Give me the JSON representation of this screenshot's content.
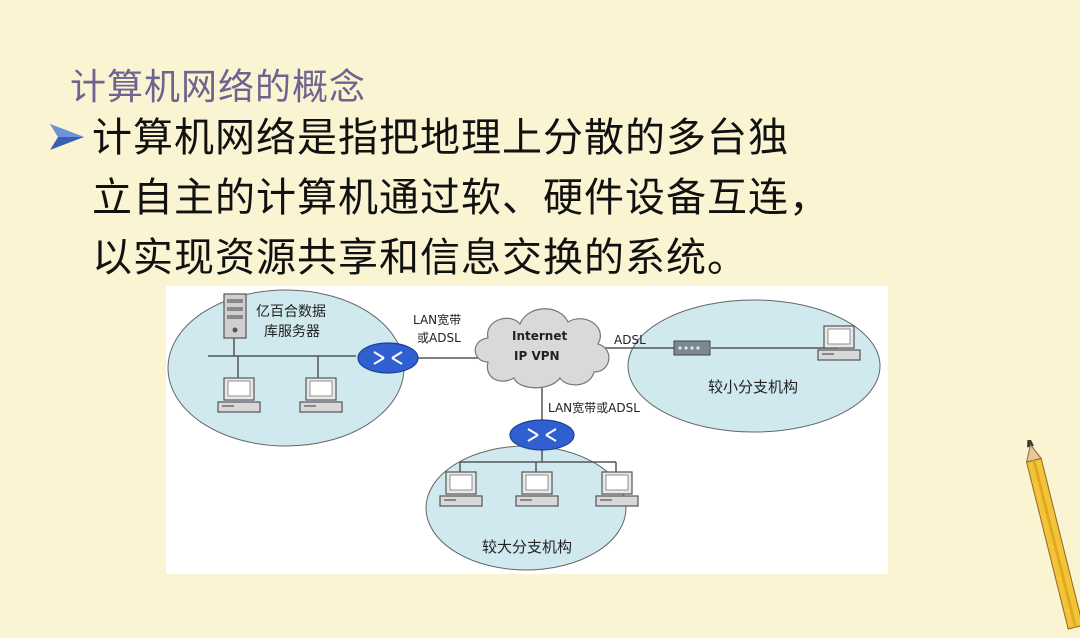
{
  "slide": {
    "title": "计算机网络的概念",
    "bullet_lines": [
      "计算机网络是指把地理上分散的多台独",
      "立自主的计算机通过软、硬件设备互连，",
      "以实现资源共享和信息交换的系统。"
    ]
  },
  "diagram": {
    "server_label_line1": "亿百合数据",
    "server_label_line2": "库服务器",
    "link_left_line1": "LAN宽带",
    "link_left_line2": "或ADSL",
    "cloud_line1": "Internet",
    "cloud_line2": "IP VPN",
    "link_right": "ADSL",
    "link_bottom": "LAN宽带或ADSL",
    "small_branch": "较小分支机构",
    "large_branch": "较大分支机构"
  },
  "icons": [
    "bullet-arrow-icon",
    "server-icon",
    "router-icon",
    "cloud-icon",
    "modem-icon",
    "computer-icon",
    "pencil-icon"
  ],
  "colors": {
    "background": "#fbf4d2",
    "title": "#6d6490",
    "ellipse_fill": "#cfe9ee",
    "router": "#2f5fd0",
    "bullet": "#3a5fb0"
  }
}
